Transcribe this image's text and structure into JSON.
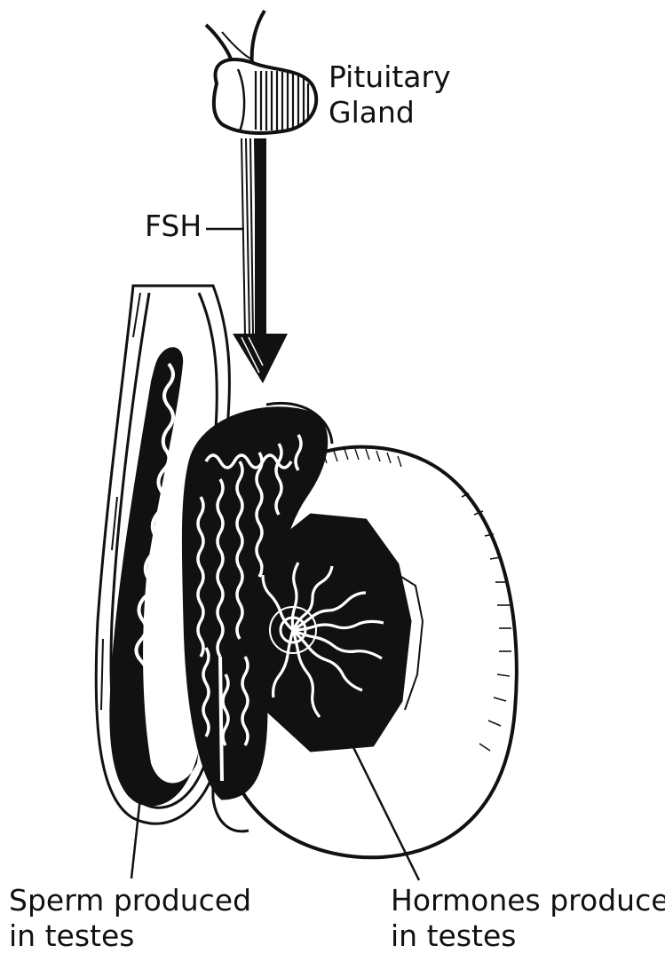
{
  "labels": {
    "pituitary_line1": "Pituitary",
    "pituitary_line2": "Gland",
    "fsh": "FSH",
    "sperm_line1": "Sperm produced",
    "sperm_line2": "in testes",
    "hormones_line1": "Hormones produced",
    "hormones_line2": "in testes"
  },
  "colors": {
    "ink": "#111111",
    "background": "#ffffff"
  }
}
